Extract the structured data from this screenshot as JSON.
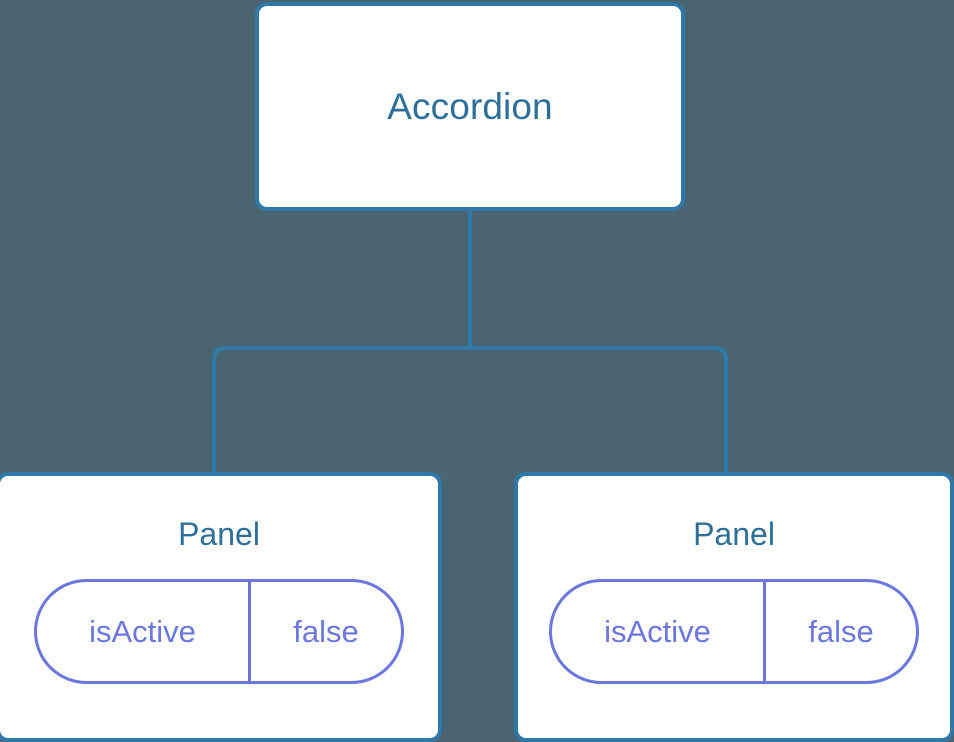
{
  "diagram": {
    "type": "component-tree",
    "background_color": "#4a6571",
    "edge_color": "#2e79a8",
    "node_border_color": "#2e79a8",
    "node_fill_color": "#ffffff",
    "node_title_color": "#2e6f99",
    "prop_color": "#6c76dd",
    "root": {
      "id": "accordion",
      "title": "Accordion"
    },
    "children": [
      {
        "id": "panel-left",
        "title": "Panel",
        "props": [
          {
            "key": "isActive",
            "value": "false"
          }
        ]
      },
      {
        "id": "panel-right",
        "title": "Panel",
        "props": [
          {
            "key": "isActive",
            "value": "false"
          }
        ]
      }
    ]
  }
}
